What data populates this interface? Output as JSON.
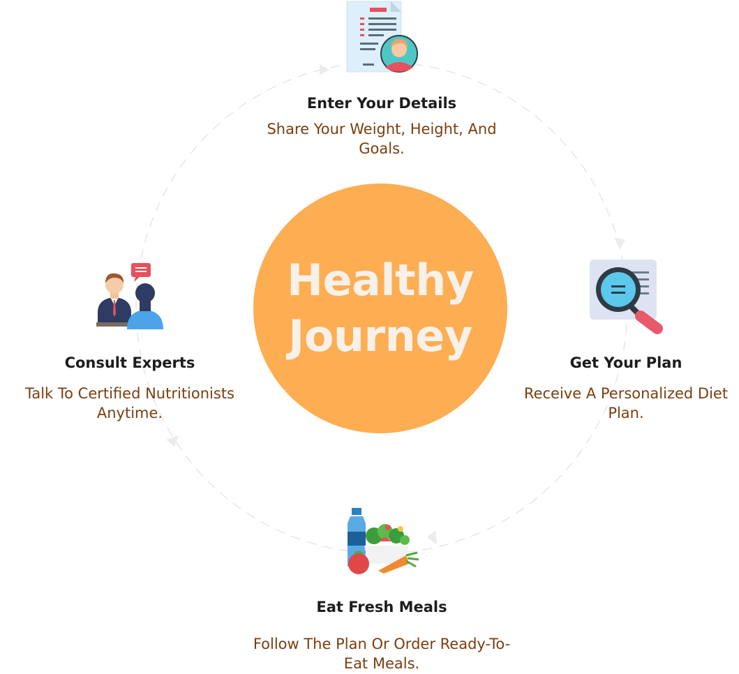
{
  "center": {
    "line1": "Healthy",
    "line2": "Journey",
    "color": "#FDAD52"
  },
  "steps": [
    {
      "title": "Enter Your Details",
      "description": "Share Your Weight, Height, And Goals.",
      "icon": "document-profile-icon"
    },
    {
      "title": "Get Your Plan",
      "description": "Receive A Personalized Diet Plan.",
      "icon": "magnifier-document-icon"
    },
    {
      "title": "Eat Fresh Meals",
      "description": "Follow The Plan Or Order Ready-To-Eat Meals.",
      "icon": "fresh-food-icon"
    },
    {
      "title": "Consult Experts",
      "description": "Talk To Certified Nutritionists Anytime.",
      "icon": "consultation-icon"
    }
  ],
  "colors": {
    "title": "#1d1d1d",
    "description": "#7A3E0E",
    "ring": "#e8e8e8"
  }
}
